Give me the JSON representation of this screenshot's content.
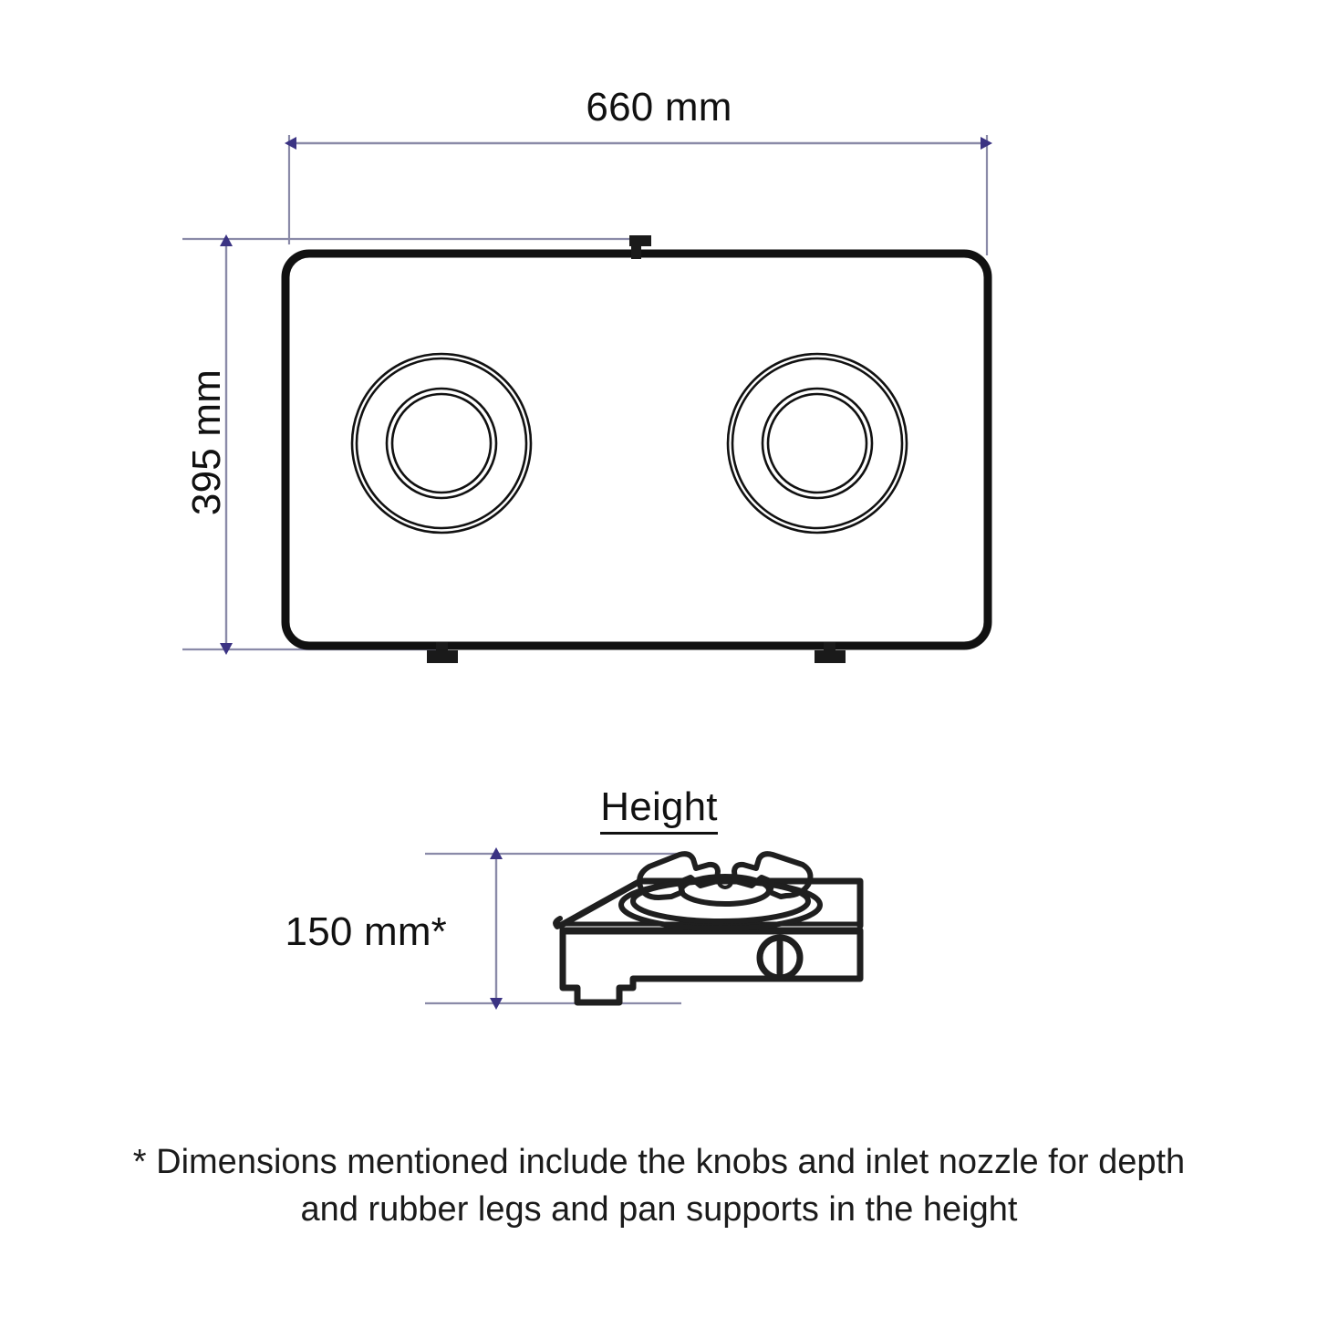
{
  "page": {
    "background_color": "#ffffff",
    "ink_color": "#111111",
    "dimension_line_color": "#8a8aa8",
    "arrow_color": "#3b3383"
  },
  "dimensions": {
    "width": {
      "label": "660 mm",
      "value": 660,
      "unit": "mm",
      "orientation": "horizontal"
    },
    "depth": {
      "label": "395 mm",
      "value": 395,
      "unit": "mm",
      "orientation": "vertical"
    },
    "height": {
      "heading": "Height",
      "label": "150 mm*",
      "value": 150,
      "unit": "mm",
      "orientation": "vertical"
    }
  },
  "top_view": {
    "name": "two-burner-gas-stove-top-view",
    "burners": [
      {
        "position": "left"
      },
      {
        "position": "right"
      }
    ],
    "inlet_nozzle_count": 1,
    "knob_count": 2
  },
  "side_view": {
    "name": "gas-stove-side-perspective-view",
    "features": [
      "pan-support-grate",
      "burner-cap",
      "control-knob",
      "rubber-leg"
    ]
  },
  "footnote": {
    "line1": "* Dimensions mentioned include the knobs and inlet nozzle for depth",
    "line2": "and rubber legs and pan supports in the height"
  }
}
